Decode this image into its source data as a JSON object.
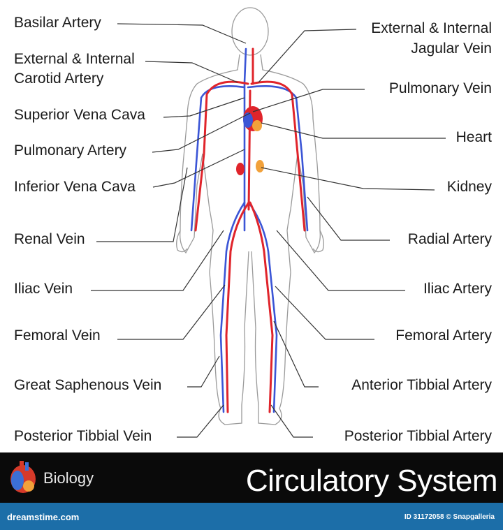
{
  "labels_left": [
    {
      "id": "basilar-artery",
      "text": "Basilar Artery"
    },
    {
      "id": "carotid-1",
      "text": "External & Internal"
    },
    {
      "id": "carotid-2",
      "text": "Carotid Artery"
    },
    {
      "id": "superior-vena-cava",
      "text": "Superior Vena Cava"
    },
    {
      "id": "pulmonary-artery",
      "text": "Pulmonary Artery"
    },
    {
      "id": "inferior-vena-cava",
      "text": "Inferior Vena Cava"
    },
    {
      "id": "renal-vein",
      "text": "Renal Vein"
    },
    {
      "id": "iliac-vein",
      "text": "Iliac Vein"
    },
    {
      "id": "femoral-vein",
      "text": "Femoral Vein"
    },
    {
      "id": "great-saphenous-vein",
      "text": "Great Saphenous Vein"
    },
    {
      "id": "posterior-tibbial-vein",
      "text": "Posterior Tibbial Vein"
    }
  ],
  "labels_right": [
    {
      "id": "jugular-1",
      "text": "External & Internal"
    },
    {
      "id": "jugular-2",
      "text": "Jagular Vein"
    },
    {
      "id": "pulmonary-vein",
      "text": "Pulmonary  Vein"
    },
    {
      "id": "heart",
      "text": "Heart"
    },
    {
      "id": "kidney",
      "text": "Kidney"
    },
    {
      "id": "radial-artery",
      "text": "Radial Artery"
    },
    {
      "id": "iliac-artery",
      "text": "Iliac Artery"
    },
    {
      "id": "femoral-artery",
      "text": "Femoral Artery"
    },
    {
      "id": "anterior-tibbial-artery",
      "text": "Anterior Tibbial Artery"
    },
    {
      "id": "posterior-tibbial-artery",
      "text": "Posterior Tibbial Artery"
    }
  ],
  "footer": {
    "subject": "Biology",
    "title": "Circulatory System",
    "site": "dreamstime.com",
    "stock_id": "ID 31172058 © Snapgalleria"
  },
  "colors": {
    "artery": "#e0242b",
    "vein": "#3b55d6",
    "outline": "#9a9a9a",
    "footer_bg": "#0a0a0a",
    "bar_bg": "#1c6ea8"
  }
}
